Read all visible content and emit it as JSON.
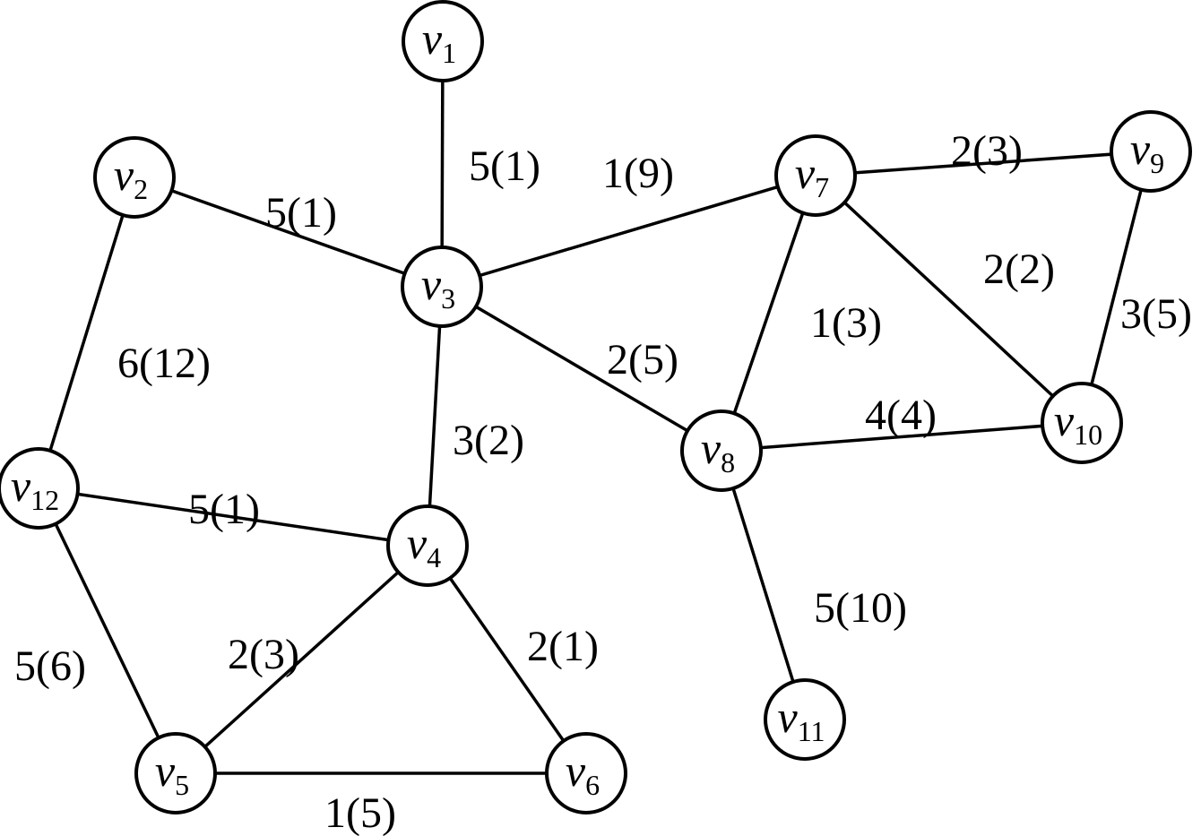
{
  "nodes": [
    {
      "id": "v1",
      "base": "v",
      "sub": "1"
    },
    {
      "id": "v2",
      "base": "v",
      "sub": "2"
    },
    {
      "id": "v3",
      "base": "v",
      "sub": "3"
    },
    {
      "id": "v4",
      "base": "v",
      "sub": "4"
    },
    {
      "id": "v5",
      "base": "v",
      "sub": "5"
    },
    {
      "id": "v6",
      "base": "v",
      "sub": "6"
    },
    {
      "id": "v7",
      "base": "v",
      "sub": "7"
    },
    {
      "id": "v8",
      "base": "v",
      "sub": "8"
    },
    {
      "id": "v9",
      "base": "v",
      "sub": "9"
    },
    {
      "id": "v10",
      "base": "v",
      "sub": "10"
    },
    {
      "id": "v11",
      "base": "v",
      "sub": "11"
    },
    {
      "id": "v12",
      "base": "v",
      "sub": "12"
    }
  ],
  "edges": [
    {
      "id": "e-v1-v3",
      "from": "v1",
      "to": "v3",
      "label": "5(1)"
    },
    {
      "id": "e-v2-v3",
      "from": "v2",
      "to": "v3",
      "label": "5(1)"
    },
    {
      "id": "e-v3-v7",
      "from": "v3",
      "to": "v7",
      "label": "1(9)"
    },
    {
      "id": "e-v7-v9",
      "from": "v7",
      "to": "v9",
      "label": "2(3)"
    },
    {
      "id": "e-v7-v10",
      "from": "v7",
      "to": "v10",
      "label": "2(2)"
    },
    {
      "id": "e-v9-v10",
      "from": "v9",
      "to": "v10",
      "label": "3(5)"
    },
    {
      "id": "e-v7-v8",
      "from": "v7",
      "to": "v8",
      "label": "1(3)"
    },
    {
      "id": "e-v2-v12",
      "from": "v2",
      "to": "v12",
      "label": "6(12)"
    },
    {
      "id": "e-v3-v8",
      "from": "v3",
      "to": "v8",
      "label": "2(5)"
    },
    {
      "id": "e-v8-v10",
      "from": "v8",
      "to": "v10",
      "label": "4(4)"
    },
    {
      "id": "e-v3-v4",
      "from": "v3",
      "to": "v4",
      "label": "3(2)"
    },
    {
      "id": "e-v12-v4",
      "from": "v12",
      "to": "v4",
      "label": "5(1)"
    },
    {
      "id": "e-v8-v11",
      "from": "v8",
      "to": "v11",
      "label": "5(10)"
    },
    {
      "id": "e-v4-v5",
      "from": "v4",
      "to": "v5",
      "label": "2(3)"
    },
    {
      "id": "e-v4-v6",
      "from": "v4",
      "to": "v6",
      "label": "2(1)"
    },
    {
      "id": "e-v12-v5",
      "from": "v12",
      "to": "v5",
      "label": "5(6)"
    },
    {
      "id": "e-v5-v6",
      "from": "v5",
      "to": "v6",
      "label": "1(5)"
    }
  ]
}
